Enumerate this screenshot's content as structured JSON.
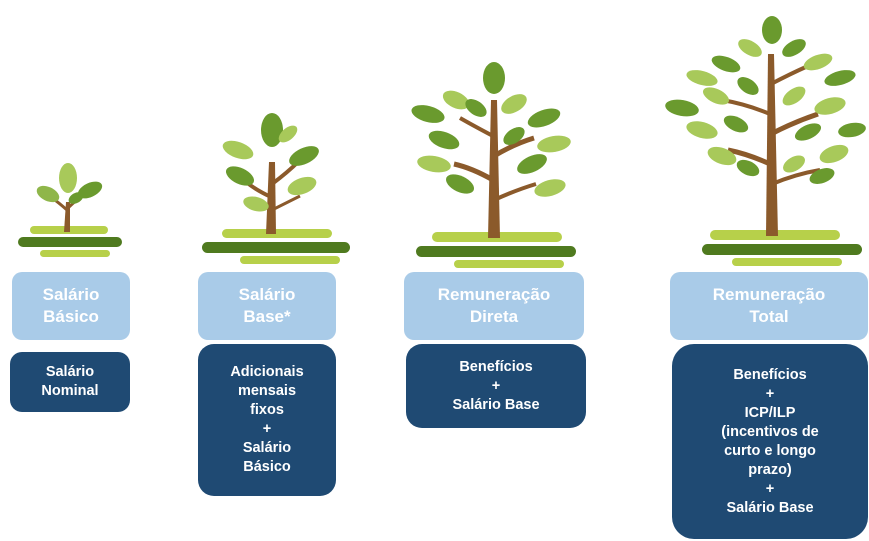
{
  "stages": [
    {
      "label_lines": [
        "Salário",
        "Básico"
      ],
      "description_lines": [
        "Salário",
        "Nominal"
      ]
    },
    {
      "label_lines": [
        "Salário",
        "Base*"
      ],
      "description_lines": [
        "Adicionais",
        "mensais",
        "fixos",
        "+",
        "Salário",
        "Básico"
      ]
    },
    {
      "label_lines": [
        "Remuneração",
        "Direta"
      ],
      "description_lines": [
        "Benefícios",
        "+",
        "Salário Base"
      ]
    },
    {
      "label_lines": [
        "Remuneração",
        "Total"
      ],
      "description_lines": [
        "Benefícios",
        "+",
        "ICP/ILP",
        "(incentivos de",
        "curto e longo",
        "prazo)",
        "+",
        "Salário Base"
      ]
    }
  ],
  "colors": {
    "label_bg": "#a9cbe8",
    "description_bg": "#1f4a73",
    "leaf_dark": "#6a9a2e",
    "leaf_light": "#a8c95a",
    "trunk": "#8b5a2b",
    "ground_dark": "#4f7a1f",
    "ground_light": "#b7d04a"
  }
}
